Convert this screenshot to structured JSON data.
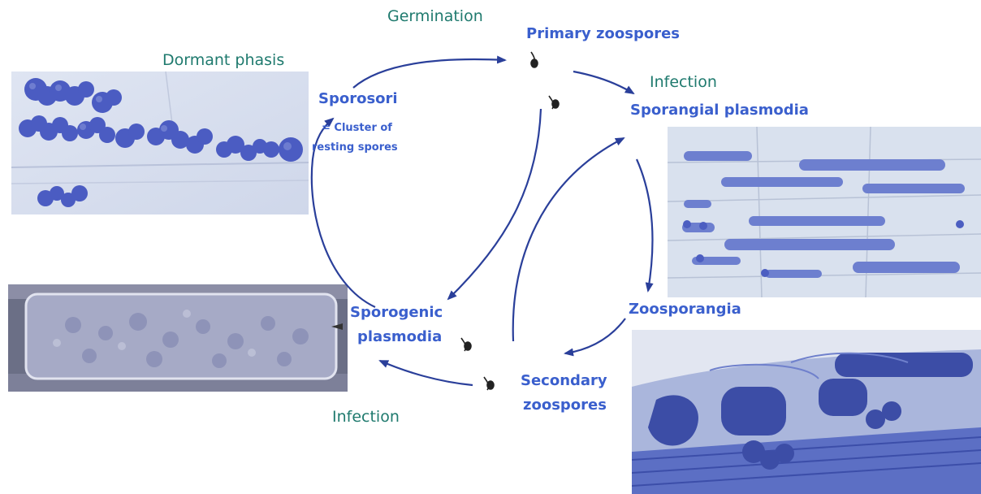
{
  "diagram": {
    "stages": {
      "sporosori": "Sporosori",
      "sporosori_note_line1": "= Cluster of",
      "sporosori_note_line2": "resting spores",
      "primary_zoospores": "Primary zoospores",
      "sporangial_plasmodia": "Sporangial plasmodia",
      "zoosporangia": "Zoosporangia",
      "secondary_zoospores_line1": "Secondary",
      "secondary_zoospores_line2": "zoospores",
      "sporogenic_plasmodia_line1": "Sporogenic",
      "sporogenic_plasmodia_line2": "plasmodia"
    },
    "phases": {
      "dormant": "Dormant phasis",
      "germination": "Germination",
      "infection_primary": "Infection",
      "infection_secondary": "Infection"
    },
    "images": [
      {
        "name": "resting-spores-micrograph",
        "subject": "Sporosori"
      },
      {
        "name": "sporangial-plasmodia-micrograph",
        "subject": "Sporangial plasmodia"
      },
      {
        "name": "sporogenic-plasmodia-micrograph",
        "subject": "Sporogenic plasmodia"
      },
      {
        "name": "zoosporangia-micrograph",
        "subject": "Zoosporangia"
      }
    ],
    "colors": {
      "stage_text": "#3a5fcd",
      "phase_text": "#1f7a6e",
      "arrow": "#2a3f9a",
      "stain": "#4a5bc0"
    }
  }
}
